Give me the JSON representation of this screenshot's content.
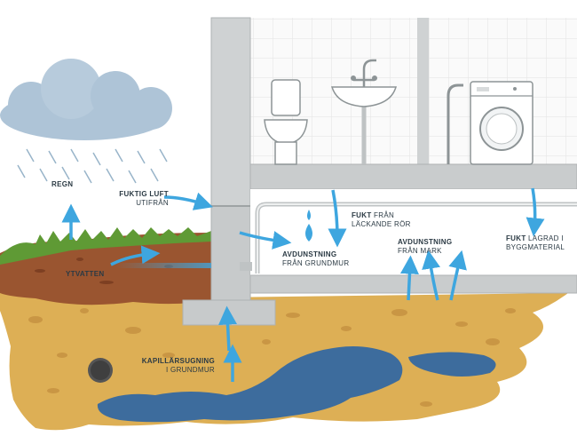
{
  "labels": {
    "regn": "REGN",
    "fuktig_luft_bold": "FUKTIG LUFT",
    "fuktig_luft_sub": "UTIFRÅN",
    "ytvatten": "YTVATTEN",
    "fukt_ror_bold": "FUKT",
    "fukt_ror_rest": " FRÅN",
    "fukt_ror_sub": "LÄCKANDE RÖR",
    "avd_grundmur_bold": "AVDUNSTNING",
    "avd_grundmur_sub": "FRÅN GRUNDMUR",
    "avd_mark_bold": "AVDUNSTNING",
    "avd_mark_sub": "FRÅN MARK",
    "fukt_lagrad_bold": "FUKT",
    "fukt_lagrad_rest": " LAGRAD I",
    "fukt_lagrad_sub": "BYGGMATERIAL",
    "kapillar_bold": "KAPILLÄRSUGNING",
    "kapillar_sub": "I GRUNDMUR"
  },
  "colors": {
    "arrow": "#3ea6df",
    "wall": "#cfd2d3",
    "soil": "#ddaf55",
    "topsoil": "#9a5530",
    "grass": "#5f9a35",
    "water": "#3d6c9d",
    "cloud": "#aec4d7"
  },
  "icons": [
    "cloud-icon",
    "rain-icon",
    "toilet-icon",
    "sink-icon",
    "washing-machine-icon",
    "water-drop-icon",
    "drain-pipe-icon"
  ]
}
